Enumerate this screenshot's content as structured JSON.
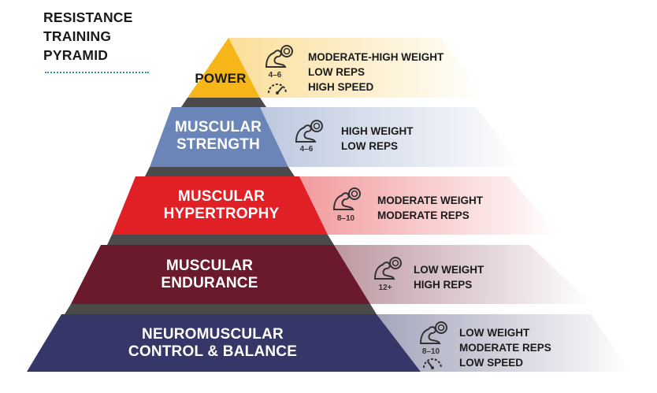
{
  "title": {
    "line1": "RESISTANCE",
    "line2": "TRAINING",
    "line3": "PYRAMID"
  },
  "colors": {
    "power": "#f6b619",
    "strength": "#6b85b8",
    "hypertrophy": "#e12026",
    "endurance": "#6b1a2e",
    "neuromuscular": "#353769",
    "title_rule": "#2e8fb1"
  },
  "tiers": [
    {
      "line1": "POWER",
      "line2": "",
      "reps": "4–6",
      "details": [
        "MODERATE-HIGH WEIGHT",
        "LOW REPS",
        "HIGH SPEED"
      ],
      "icon": "flexed-arm-dumbbell-icon",
      "speed_icon": "speedometer-icon"
    },
    {
      "line1": "MUSCULAR",
      "line2": "STRENGTH",
      "reps": "4–6",
      "details": [
        "HIGH WEIGHT",
        "LOW REPS"
      ],
      "icon": "flexed-arm-dumbbell-icon"
    },
    {
      "line1": "MUSCULAR",
      "line2": "HYPERTROPHY",
      "reps": "8–10",
      "details": [
        "MODERATE WEIGHT",
        "MODERATE REPS"
      ],
      "icon": "flexed-arm-dumbbell-icon"
    },
    {
      "line1": "MUSCULAR",
      "line2": "ENDURANCE",
      "reps": "12+",
      "details": [
        "LOW WEIGHT",
        "HIGH REPS"
      ],
      "icon": "flexed-arm-dumbbell-icon"
    },
    {
      "line1": "NEUROMUSCULAR",
      "line2": "CONTROL & BALANCE",
      "reps": "8–10",
      "details": [
        "LOW WEIGHT",
        "MODERATE REPS",
        "LOW SPEED"
      ],
      "icon": "flexed-arm-dumbbell-icon",
      "speed_icon": "speedometer-icon"
    }
  ]
}
